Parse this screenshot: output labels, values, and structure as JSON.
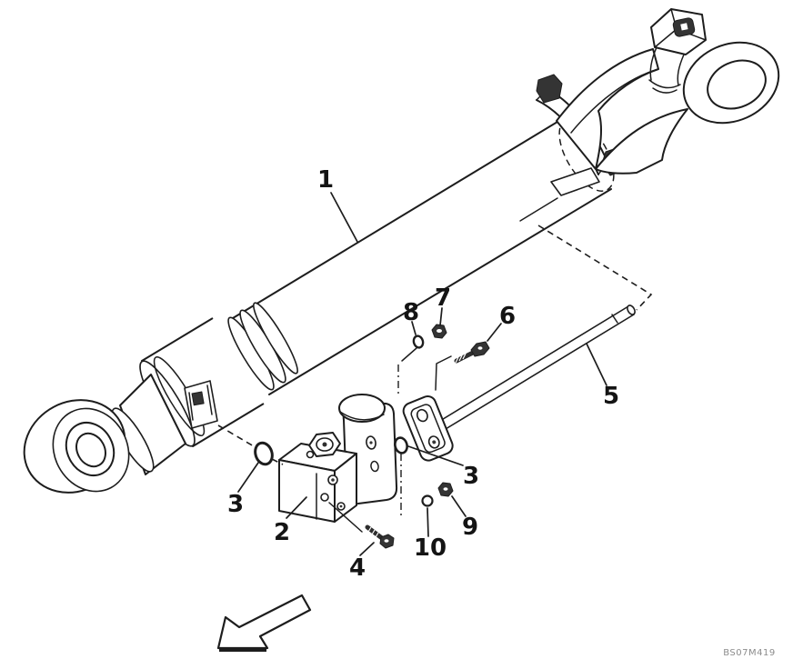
{
  "figure": {
    "code": "BS07M419"
  },
  "colors": {
    "line": "#1d1d1d",
    "background": "#ffffff",
    "code_text": "#8c8c8c"
  },
  "callouts": [
    {
      "label": "1"
    },
    {
      "label": "2"
    },
    {
      "label": "3"
    },
    {
      "label": "3"
    },
    {
      "label": "4"
    },
    {
      "label": "5"
    },
    {
      "label": "6"
    },
    {
      "label": "7"
    },
    {
      "label": "8"
    },
    {
      "label": "9"
    },
    {
      "label": "10"
    }
  ]
}
